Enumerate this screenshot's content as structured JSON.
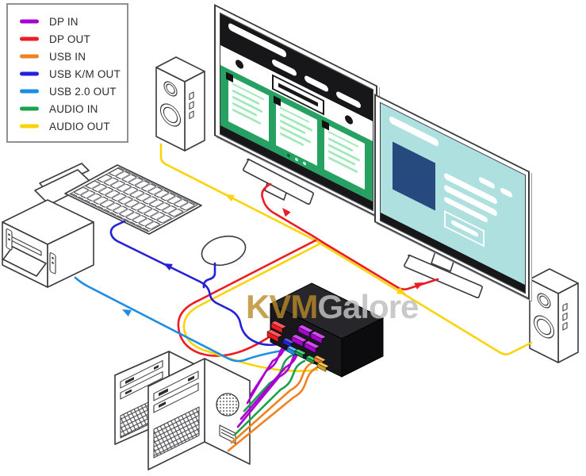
{
  "legend": {
    "items": [
      {
        "label": "DP IN",
        "color": "#a800d0"
      },
      {
        "label": "DP OUT",
        "color": "#ec1c24"
      },
      {
        "label": "USB IN",
        "color": "#ef8222"
      },
      {
        "label": "USB K/M OUT",
        "color": "#2521d8"
      },
      {
        "label": "USB 2.0 OUT",
        "color": "#1e8de4"
      },
      {
        "label": "AUDIO IN",
        "color": "#1aa34c"
      },
      {
        "label": "AUDIO OUT",
        "color": "#fbd30b"
      }
    ]
  },
  "watermark": {
    "part1": "KVM",
    "part2": "Galore"
  },
  "colors": {
    "dp_in": "#a800d0",
    "dp_out": "#ec1c24",
    "usb_in": "#ef8222",
    "usb_km_out": "#2521d8",
    "usb_20_out": "#1e8de4",
    "audio_in": "#1aa34c",
    "audio_out": "#fbd30b",
    "outline": "#3a3a40",
    "screen_green": "#26a161",
    "screen_card_line": "#9fe8b8",
    "screen_teal": "#aee0e0",
    "screen_navy": "#26497e",
    "screen_header_black": "#17171a",
    "kvm_top": "#26262b",
    "kvm_front": "#18181c",
    "kvm_side": "#0c0c0e"
  },
  "devices": [
    "left-speaker",
    "right-speaker",
    "left-monitor",
    "right-monitor",
    "keyboard",
    "mouse",
    "printer",
    "kvm-switch",
    "computer-tower-back",
    "computer-tower-front"
  ]
}
